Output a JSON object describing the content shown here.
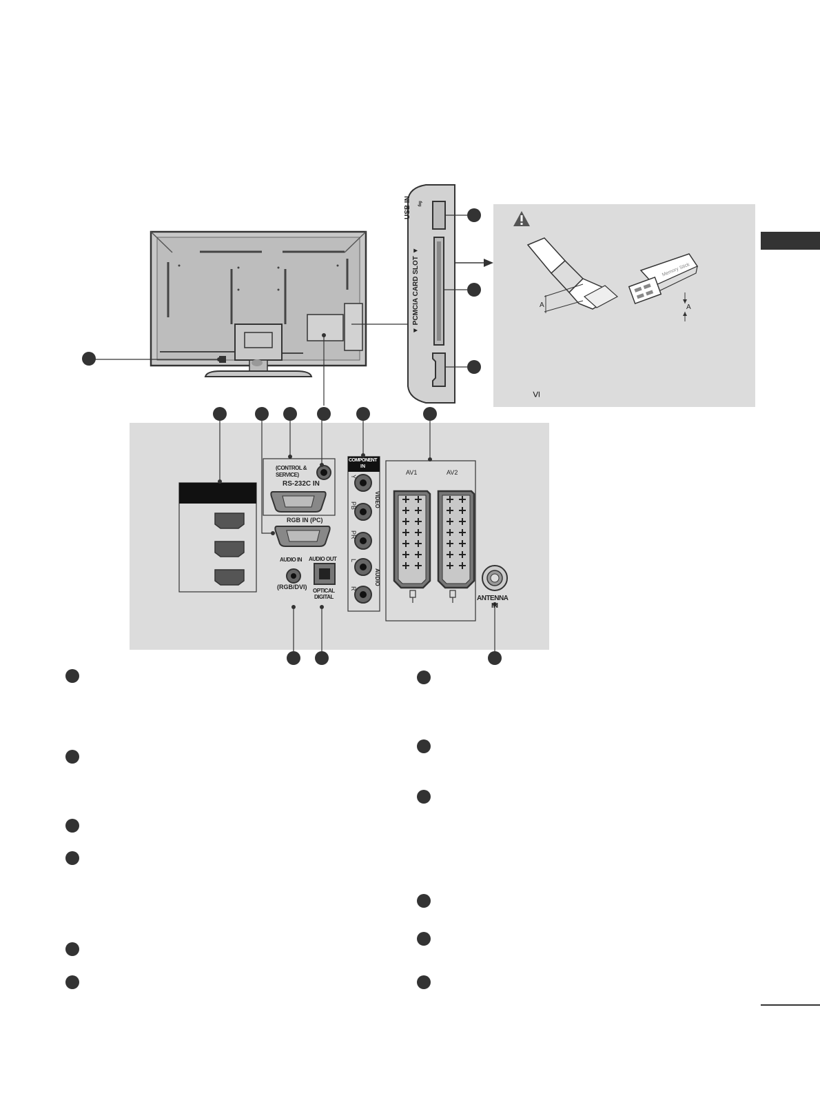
{
  "side_panel": {
    "usb_label": "USB IN",
    "pcmcia_label": "▼ PCMCIA CARD SLOT ▼"
  },
  "warning_box": {
    "dim_label_hdmi": "A",
    "dim_label_usb": "A",
    "usb_stick_text": "Memory Stick",
    "limit_symbol": "≤"
  },
  "rear_panel": {
    "control_label": "(CONTROL & SERVICE)",
    "rs232c_label": "RS-232C IN",
    "rgb_label": "RGB IN (PC)",
    "audio_in_label": "AUDIO IN",
    "audio_in_sub": "(RGB/DVI)",
    "audio_out_label": "AUDIO OUT",
    "optical_label": "OPTICAL",
    "digital_label": "DIGITAL",
    "component_label": "COMPONENT",
    "component_in": "IN",
    "video_label": "VIDEO",
    "audio_label": "AUDIO",
    "y_label": "Y",
    "pb_label": "PB",
    "pr_label": "PR",
    "l_label": "L",
    "r_label": "R",
    "av1_label": "AV1",
    "av2_label": "AV2",
    "antenna_label": "ANTENNA",
    "antenna_in": "IN"
  },
  "colors": {
    "panel_gray": "#dcdcdc",
    "dark": "#333333",
    "tv_body": "#c8c8c8"
  }
}
